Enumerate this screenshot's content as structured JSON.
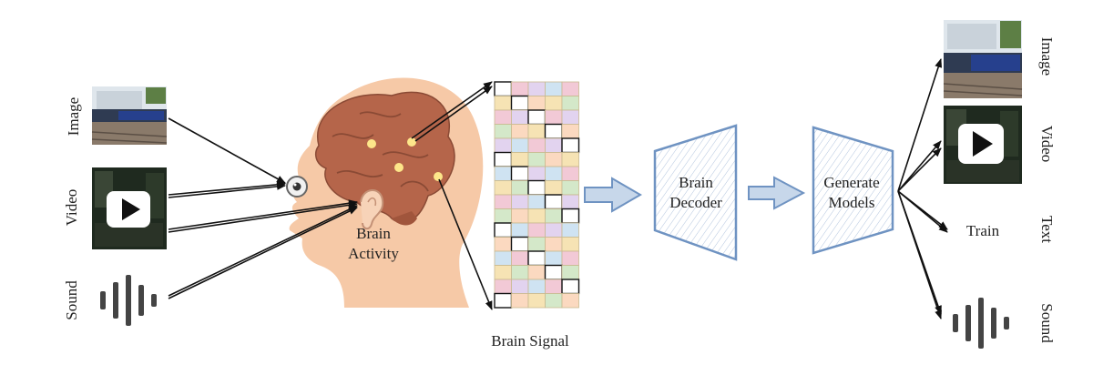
{
  "inputs": {
    "image_label": "Image",
    "video_label": "Video",
    "sound_label": "Sound"
  },
  "brain": {
    "activity_label_line1": "Brain",
    "activity_label_line2": "Activity"
  },
  "signal": {
    "label": "Brain Signal"
  },
  "decoder": {
    "line1": "Brain",
    "line2": "Decoder"
  },
  "generator": {
    "line1": "Generate",
    "line2": "Models"
  },
  "outputs": {
    "image_label": "Image",
    "video_label": "Video",
    "text_label": "Text",
    "text_value": "Train",
    "sound_label": "Sound"
  },
  "colors": {
    "skin": "#f6c9a7",
    "brain": "#b5654a",
    "decoder_stroke": "#6f93c2",
    "arrow_fill": "#c7d7ea"
  },
  "icons": [
    "eye-icon",
    "ear-icon",
    "play-icon",
    "sound-wave-icon",
    "train-image"
  ]
}
